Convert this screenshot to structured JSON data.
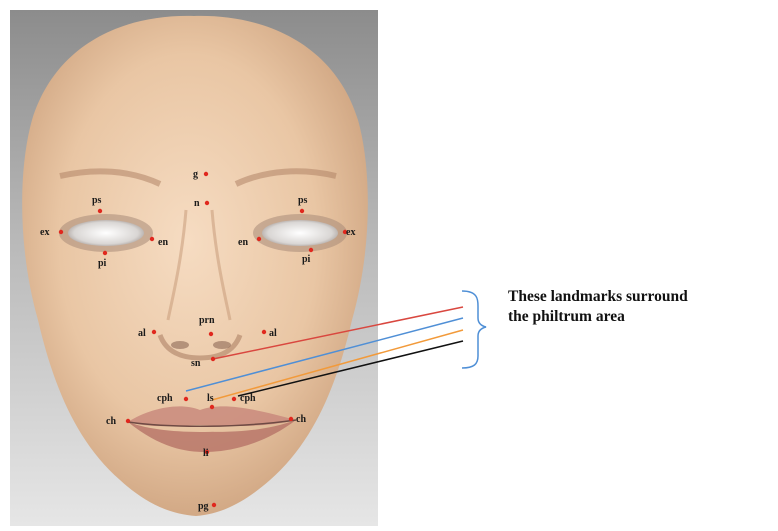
{
  "landmarks": [
    {
      "id": "g",
      "label": "g"
    },
    {
      "id": "n",
      "label": "n"
    },
    {
      "id": "ps-r",
      "label": "ps"
    },
    {
      "id": "ps-l",
      "label": "ps"
    },
    {
      "id": "ex-r",
      "label": "ex"
    },
    {
      "id": "en-r",
      "label": "en"
    },
    {
      "id": "en-l",
      "label": "en"
    },
    {
      "id": "ex-l",
      "label": "ex"
    },
    {
      "id": "pi-r",
      "label": "pi"
    },
    {
      "id": "pi-l",
      "label": "pi"
    },
    {
      "id": "prn",
      "label": "prn"
    },
    {
      "id": "al-r",
      "label": "al"
    },
    {
      "id": "al-l",
      "label": "al"
    },
    {
      "id": "sn",
      "label": "sn"
    },
    {
      "id": "cph-r",
      "label": "cph"
    },
    {
      "id": "ls",
      "label": "ls"
    },
    {
      "id": "cph-l",
      "label": "cph"
    },
    {
      "id": "ch-r",
      "label": "ch"
    },
    {
      "id": "ch-l",
      "label": "ch"
    },
    {
      "id": "li",
      "label": "li"
    },
    {
      "id": "pg",
      "label": "pg"
    }
  ],
  "caption": {
    "line1": "These landmarks surround",
    "line2": "the philtrum area"
  },
  "colors": {
    "landmark_dot": "#e0281e",
    "sn_line": "#d9473f",
    "cph_right_line": "#4f8fd6",
    "ls_line": "#f29a3a",
    "cph_left_line": "#111111",
    "brace": "#4f8fd6"
  }
}
